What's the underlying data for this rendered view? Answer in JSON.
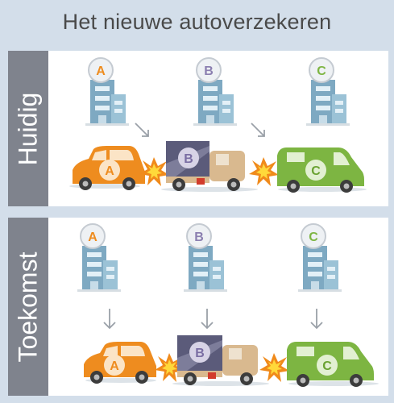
{
  "title": "Het nieuwe autoverzekeren",
  "panels": [
    {
      "label": "Huidig",
      "buildings": [
        "A",
        "B",
        "C"
      ],
      "vehicles": [
        "A",
        "B",
        "C"
      ]
    },
    {
      "label": "Toekomst",
      "buildings": [
        "A",
        "B",
        "C"
      ],
      "vehicles": [
        "A",
        "B",
        "C"
      ]
    }
  ],
  "colors": {
    "background": "#d3deea",
    "sidebar": "#7f838d",
    "insurer_a": "#ee8c1f",
    "insurer_b": "#8b7fb0",
    "insurer_c": "#7db542",
    "building": "#8fb8cf"
  }
}
